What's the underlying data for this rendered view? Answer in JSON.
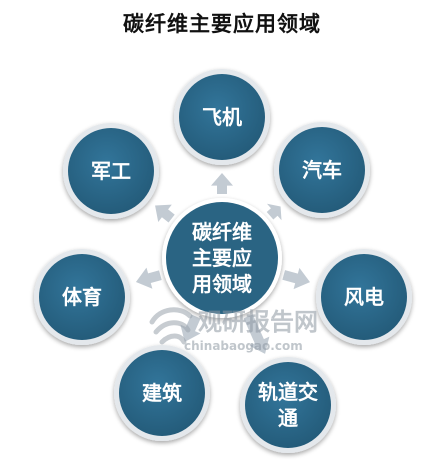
{
  "title": "碳纤维主要应用领域",
  "center": {
    "lines": [
      "碳纤维",
      "主要应",
      "用领域"
    ]
  },
  "nodes": [
    {
      "name": "aircraft",
      "lines": [
        "飞机"
      ]
    },
    {
      "name": "automobile",
      "lines": [
        "汽车"
      ]
    },
    {
      "name": "wind-power",
      "lines": [
        "风电"
      ]
    },
    {
      "name": "rail-transit",
      "lines": [
        "轨道交",
        "通"
      ]
    },
    {
      "name": "construction",
      "lines": [
        "建筑"
      ]
    },
    {
      "name": "sports",
      "lines": [
        "体育"
      ]
    },
    {
      "name": "military",
      "lines": [
        "军工"
      ]
    }
  ],
  "watermark": {
    "brand": "观研报告网",
    "url": "chinabaogao.com"
  },
  "colors": {
    "node_fill": "#2a6483",
    "node_ring": "#e4e8ec",
    "center_fill": "#2a6483",
    "arrow": "#c3cbd3",
    "title": "#111111"
  }
}
